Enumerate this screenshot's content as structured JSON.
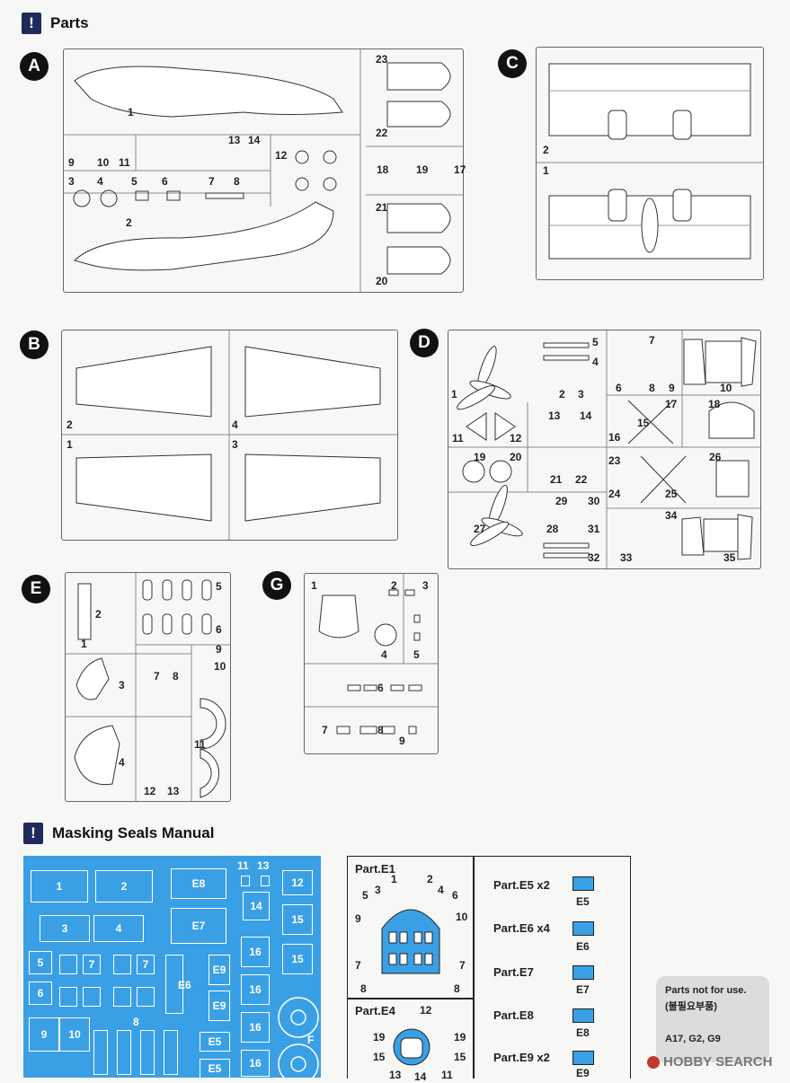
{
  "sections": {
    "parts_title": "Parts",
    "masking_title": "Masking Seals Manual",
    "excl": "!"
  },
  "sprues": {
    "A": {
      "letter": "A",
      "nums": [
        "1",
        "2",
        "3",
        "4",
        "5",
        "6",
        "7",
        "8",
        "9",
        "10",
        "11",
        "12",
        "13",
        "14",
        "17",
        "18",
        "19",
        "20",
        "21",
        "22",
        "23"
      ]
    },
    "B": {
      "letter": "B",
      "nums": [
        "1",
        "2",
        "3",
        "4"
      ]
    },
    "C": {
      "letter": "C",
      "nums": [
        "1",
        "2"
      ]
    },
    "D": {
      "letter": "D",
      "nums": [
        "1",
        "2",
        "3",
        "4",
        "5",
        "6",
        "7",
        "8",
        "9",
        "10",
        "11",
        "12",
        "13",
        "14",
        "15",
        "16",
        "17",
        "18",
        "19",
        "20",
        "21",
        "22",
        "23",
        "24",
        "25",
        "26",
        "27",
        "28",
        "29",
        "30",
        "31",
        "32",
        "33",
        "34",
        "35"
      ]
    },
    "E": {
      "letter": "E",
      "nums": [
        "1",
        "2",
        "3",
        "4",
        "5",
        "6",
        "7",
        "8",
        "9",
        "10",
        "11",
        "12",
        "13"
      ]
    },
    "G": {
      "letter": "G",
      "nums": [
        "1",
        "2",
        "3",
        "4",
        "5",
        "6",
        "7",
        "8",
        "9"
      ]
    }
  },
  "masks": {
    "labels": [
      "1",
      "2",
      "3",
      "4",
      "5",
      "6",
      "7",
      "7",
      "8",
      "9",
      "10",
      "11",
      "13",
      "12",
      "14",
      "15",
      "15",
      "16",
      "16",
      "16",
      "16",
      "E8",
      "E7",
      "E9",
      "E9",
      "E6",
      "E5",
      "E5",
      "F"
    ]
  },
  "part_e1": {
    "title": "Part.E1",
    "nums": [
      "1",
      "2",
      "3",
      "4",
      "5",
      "6",
      "9",
      "10",
      "7",
      "7",
      "8",
      "8"
    ]
  },
  "part_e4": {
    "title": "Part.E4",
    "nums": [
      "12",
      "19",
      "19",
      "15",
      "15",
      "13",
      "14",
      "11"
    ]
  },
  "part_list": [
    {
      "label": "Part.E5 x2",
      "code": "E5"
    },
    {
      "label": "Part.E6 x4",
      "code": "E6"
    },
    {
      "label": "Part.E7",
      "code": "E7"
    },
    {
      "label": "Part.E8",
      "code": "E8"
    },
    {
      "label": "Part.E9 x2",
      "code": "E9"
    }
  ],
  "note": {
    "line1": "Parts not for use.",
    "line2": "(불필요부품)",
    "line3": "A17, G2, G9"
  },
  "watermark": "HOBBY SEARCH",
  "colors": {
    "mask_blue": "#3aa0e6",
    "header_navy": "#1f2a5c"
  }
}
